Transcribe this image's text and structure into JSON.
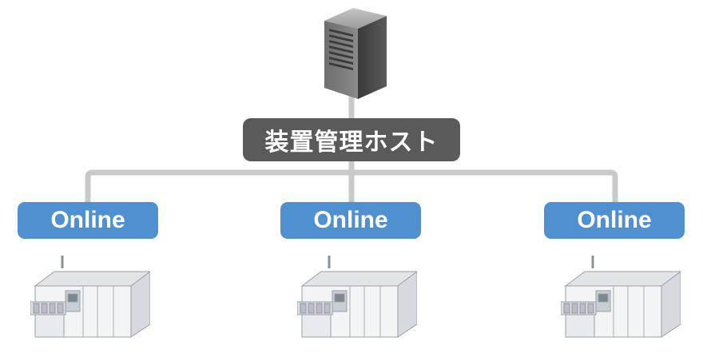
{
  "host": {
    "label": "装置管理ホスト",
    "icon": "server-icon"
  },
  "nodes": [
    {
      "label": "Online",
      "icon": "equipment-icon"
    },
    {
      "label": "Online",
      "icon": "equipment-icon"
    },
    {
      "label": "Online",
      "icon": "equipment-icon"
    }
  ],
  "colors": {
    "host_label_bg": "#5a5a5a",
    "online_bg": "#4f90d0",
    "connector": "#c8c8c8"
  }
}
